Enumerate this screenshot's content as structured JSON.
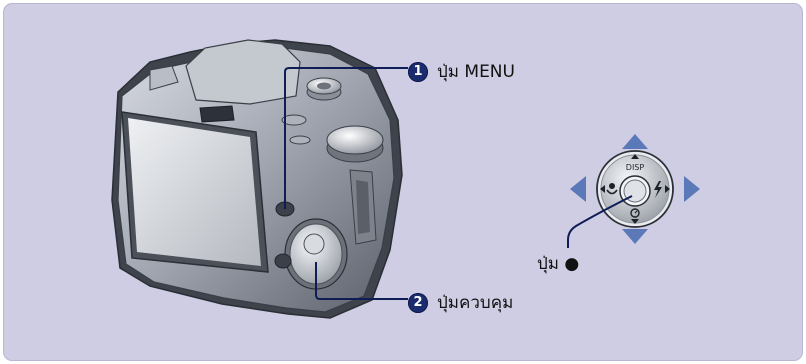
{
  "callouts": [
    {
      "number": "1",
      "label": "ปุ่ม MENU"
    },
    {
      "number": "2",
      "label": "ปุ่มควบคุม"
    }
  ],
  "control_wheel": {
    "top_label": "DISP",
    "center_label": "ปุ่ม ●",
    "icons": {
      "left": "macro-icon",
      "right": "flash-icon",
      "bottom": "self-timer-icon"
    }
  },
  "colors": {
    "panel_background": "#cfcde3",
    "badge": "#1a2c6e",
    "leader_line": "#0e1d55",
    "direction_arrows": "#5b78b8"
  }
}
